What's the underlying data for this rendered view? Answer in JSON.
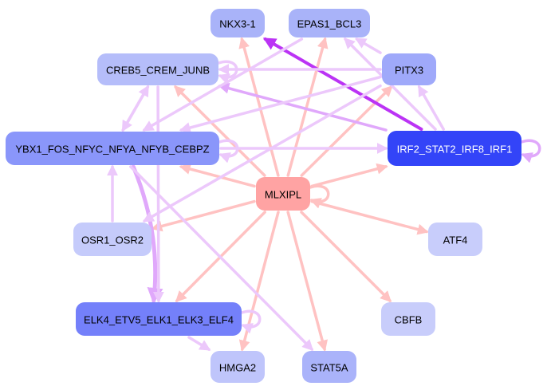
{
  "graph": {
    "title": "Gene regulatory network",
    "colors": {
      "edge_red": "#ffc2c2",
      "edge_lilac": "#ecc8fb",
      "edge_purple_mid": "#e0a8fb",
      "edge_purple_strong": "#bb33f5",
      "text_dark": "#000000",
      "text_light": "#ffffff"
    },
    "nodes": [
      {
        "id": "NKX3-1",
        "label": "NKX3-1",
        "fill": "#a9b3f9",
        "text": "#000000"
      },
      {
        "id": "EPAS1_BCL3",
        "label": "EPAS1_BCL3",
        "fill": "#a9b3f9",
        "text": "#000000"
      },
      {
        "id": "CREB5_CREM_JUNB",
        "label": "CREB5_CREM_JUNB",
        "fill": "#b5bdfa",
        "text": "#000000"
      },
      {
        "id": "PITX3",
        "label": "PITX3",
        "fill": "#9fa9fa",
        "text": "#000000"
      },
      {
        "id": "YBX1_FOS_NFYC_NFYA_NFYB_CEBPZ",
        "label": "YBX1_FOS_NFYC_NFYA_NFYB_CEBPZ",
        "fill": "#8a96fa",
        "text": "#000000"
      },
      {
        "id": "IRF2_STAT2_IRF8_IRF1",
        "label": "IRF2_STAT2_IRF8_IRF1",
        "fill": "#3344f8",
        "text": "#ffffff"
      },
      {
        "id": "MLXIPL",
        "label": "MLXIPL",
        "fill": "#ffa3a3",
        "text": "#000000"
      },
      {
        "id": "OSR1_OSR2",
        "label": "OSR1_OSR2",
        "fill": "#c5cbfb",
        "text": "#000000"
      },
      {
        "id": "ATF4",
        "label": "ATF4",
        "fill": "#c8cdfb",
        "text": "#000000"
      },
      {
        "id": "CBFB",
        "label": "CBFB",
        "fill": "#c8cdfb",
        "text": "#000000"
      },
      {
        "id": "ELK4_ETV5_ELK1_ELK3_ELF4",
        "label": "ELK4_ETV5_ELK1_ELK3_ELF4",
        "fill": "#7480fa",
        "text": "#000000"
      },
      {
        "id": "HMGA2",
        "label": "HMGA2",
        "fill": "#bfc5fb",
        "text": "#000000"
      },
      {
        "id": "STAT5A",
        "label": "STAT5A",
        "fill": "#aab3fa",
        "text": "#000000"
      }
    ],
    "edges": [
      {
        "from": "MLXIPL",
        "to": "NKX3-1",
        "color": "edge_red",
        "weight": "normal"
      },
      {
        "from": "MLXIPL",
        "to": "EPAS1_BCL3",
        "color": "edge_red",
        "weight": "normal"
      },
      {
        "from": "MLXIPL",
        "to": "CREB5_CREM_JUNB",
        "color": "edge_red",
        "weight": "normal"
      },
      {
        "from": "MLXIPL",
        "to": "PITX3",
        "color": "edge_red",
        "weight": "normal"
      },
      {
        "from": "MLXIPL",
        "to": "YBX1_FOS_NFYC_NFYA_NFYB_CEBPZ",
        "color": "edge_red",
        "weight": "normal"
      },
      {
        "from": "MLXIPL",
        "to": "IRF2_STAT2_IRF8_IRF1",
        "color": "edge_red",
        "weight": "normal"
      },
      {
        "from": "MLXIPL",
        "to": "MLXIPL",
        "color": "edge_red",
        "weight": "normal"
      },
      {
        "from": "MLXIPL",
        "to": "OSR1_OSR2",
        "color": "edge_red",
        "weight": "normal"
      },
      {
        "from": "MLXIPL",
        "to": "ATF4",
        "color": "edge_red",
        "weight": "normal"
      },
      {
        "from": "MLXIPL",
        "to": "CBFB",
        "color": "edge_red",
        "weight": "normal"
      },
      {
        "from": "MLXIPL",
        "to": "ELK4_ETV5_ELK1_ELK3_ELF4",
        "color": "edge_red",
        "weight": "normal"
      },
      {
        "from": "MLXIPL",
        "to": "HMGA2",
        "color": "edge_red",
        "weight": "normal"
      },
      {
        "from": "MLXIPL",
        "to": "STAT5A",
        "color": "edge_red",
        "weight": "normal"
      },
      {
        "from": "IRF2_STAT2_IRF8_IRF1",
        "to": "NKX3-1",
        "color": "edge_purple_strong",
        "weight": "strong"
      },
      {
        "from": "IRF2_STAT2_IRF8_IRF1",
        "to": "EPAS1_BCL3",
        "color": "edge_lilac",
        "weight": "normal"
      },
      {
        "from": "IRF2_STAT2_IRF8_IRF1",
        "to": "CREB5_CREM_JUNB",
        "color": "edge_purple_mid",
        "weight": "normal"
      },
      {
        "from": "IRF2_STAT2_IRF8_IRF1",
        "to": "PITX3",
        "color": "edge_lilac",
        "weight": "normal"
      },
      {
        "from": "IRF2_STAT2_IRF8_IRF1",
        "to": "IRF2_STAT2_IRF8_IRF1",
        "color": "edge_purple_mid",
        "weight": "normal"
      },
      {
        "from": "YBX1_FOS_NFYC_NFYA_NFYB_CEBPZ",
        "to": "IRF2_STAT2_IRF8_IRF1",
        "color": "edge_lilac",
        "weight": "normal"
      },
      {
        "from": "YBX1_FOS_NFYC_NFYA_NFYB_CEBPZ",
        "to": "CREB5_CREM_JUNB",
        "color": "edge_lilac",
        "weight": "normal"
      },
      {
        "from": "CREB5_CREM_JUNB",
        "to": "YBX1_FOS_NFYC_NFYA_NFYB_CEBPZ",
        "color": "edge_lilac",
        "weight": "normal"
      },
      {
        "from": "YBX1_FOS_NFYC_NFYA_NFYB_CEBPZ",
        "to": "YBX1_FOS_NFYC_NFYA_NFYB_CEBPZ",
        "color": "edge_lilac",
        "weight": "normal"
      },
      {
        "from": "YBX1_FOS_NFYC_NFYA_NFYB_CEBPZ",
        "to": "ELK4_ETV5_ELK1_ELK3_ELF4",
        "color": "edge_purple_mid",
        "weight": "thick"
      },
      {
        "from": "YBX1_FOS_NFYC_NFYA_NFYB_CEBPZ",
        "to": "STAT5A",
        "color": "edge_lilac",
        "weight": "normal"
      },
      {
        "from": "CREB5_CREM_JUNB",
        "to": "CREB5_CREM_JUNB",
        "color": "edge_lilac",
        "weight": "normal"
      },
      {
        "from": "PITX3",
        "to": "CREB5_CREM_JUNB",
        "color": "edge_lilac",
        "weight": "normal"
      },
      {
        "from": "PITX3",
        "to": "YBX1_FOS_NFYC_NFYA_NFYB_CEBPZ",
        "color": "edge_lilac",
        "weight": "normal"
      },
      {
        "from": "PITX3",
        "to": "OSR1_OSR2",
        "color": "edge_lilac",
        "weight": "normal"
      },
      {
        "from": "PITX3",
        "to": "EPAS1_BCL3",
        "color": "edge_lilac",
        "weight": "normal"
      },
      {
        "from": "EPAS1_BCL3",
        "to": "YBX1_FOS_NFYC_NFYA_NFYB_CEBPZ",
        "color": "edge_lilac",
        "weight": "normal"
      },
      {
        "from": "OSR1_OSR2",
        "to": "YBX1_FOS_NFYC_NFYA_NFYB_CEBPZ",
        "color": "edge_lilac",
        "weight": "normal"
      },
      {
        "from": "CREB5_CREM_JUNB",
        "to": "ELK4_ETV5_ELK1_ELK3_ELF4",
        "color": "edge_lilac",
        "weight": "normal"
      },
      {
        "from": "ELK4_ETV5_ELK1_ELK3_ELF4",
        "to": "ELK4_ETV5_ELK1_ELK3_ELF4",
        "color": "edge_lilac",
        "weight": "normal"
      },
      {
        "from": "ELK4_ETV5_ELK1_ELK3_ELF4",
        "to": "HMGA2",
        "color": "edge_lilac",
        "weight": "normal"
      }
    ]
  }
}
